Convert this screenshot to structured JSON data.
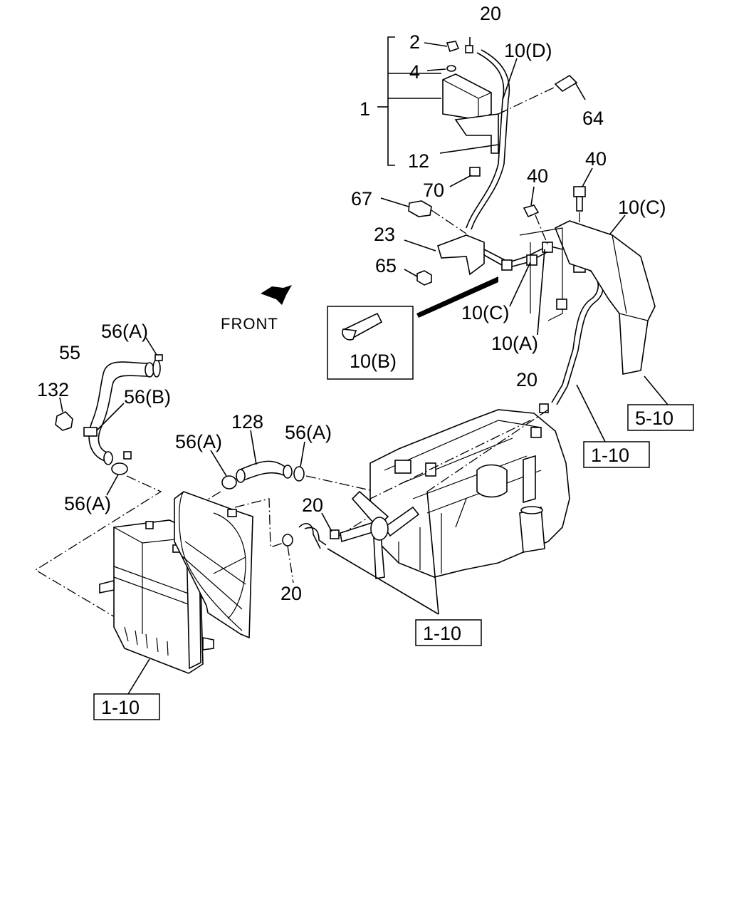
{
  "front_label": "FRONT",
  "callouts": {
    "c1": "1",
    "c2": "2",
    "c4": "4",
    "c12": "12",
    "c20a": "20",
    "c20b": "20",
    "c20c": "20",
    "c20d": "20",
    "c23": "23",
    "c40a": "40",
    "c40b": "40",
    "c55": "55",
    "c56a1": "56(A)",
    "c56a2": "56(A)",
    "c56a3": "56(A)",
    "c56a4": "56(A)",
    "c56b": "56(B)",
    "c64": "64",
    "c65": "65",
    "c67": "67",
    "c70": "70",
    "c10a": "10(A)",
    "c10b": "10(B)",
    "c10c1": "10(C)",
    "c10c2": "10(C)",
    "c10d": "10(D)",
    "c128": "128",
    "c132": "132"
  },
  "references": {
    "r1": "5-10",
    "r2": "1-10",
    "r3": "1-10",
    "r4": "1-10"
  }
}
